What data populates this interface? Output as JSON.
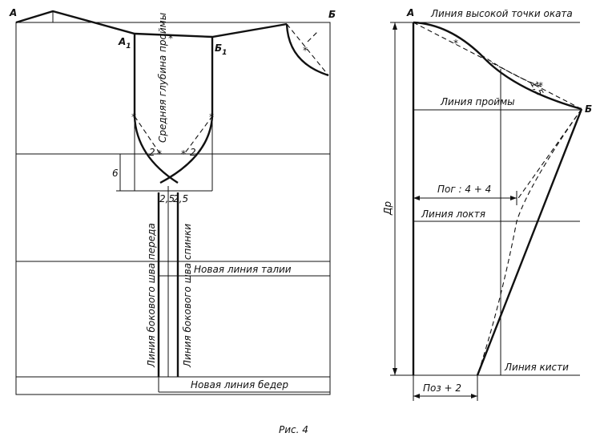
{
  "caption": "Рис. 4",
  "left": {
    "points": {
      "a": "А",
      "b": "Б",
      "a1": "А",
      "a1_sub": "1",
      "b1": "Б",
      "b1_sub": "1"
    },
    "armhole_depth": "Средняя глубина проймы",
    "dim_6": "6",
    "dim_2_left": "2",
    "dim_2_right": "2",
    "dim_25_left": "2,5",
    "dim_25_right": "2,5",
    "side_front": "Линия бокового шва переда",
    "side_back": "Линия бокового шва спинки",
    "waist": "Новая линия талии",
    "hip": "Новая линия бедер"
  },
  "right": {
    "points": {
      "a": "А",
      "b": "Б"
    },
    "cap_line": "Линия высокой точки оката",
    "armhole_line": "Линия проймы",
    "dim_pog": "Пог : 4 + 4",
    "elbow_line": "Линия локтя",
    "dp": "Др",
    "wrist_line": "Линия кисти",
    "dim_poz": "Поз + 2",
    "dim_15": "1,5"
  }
}
